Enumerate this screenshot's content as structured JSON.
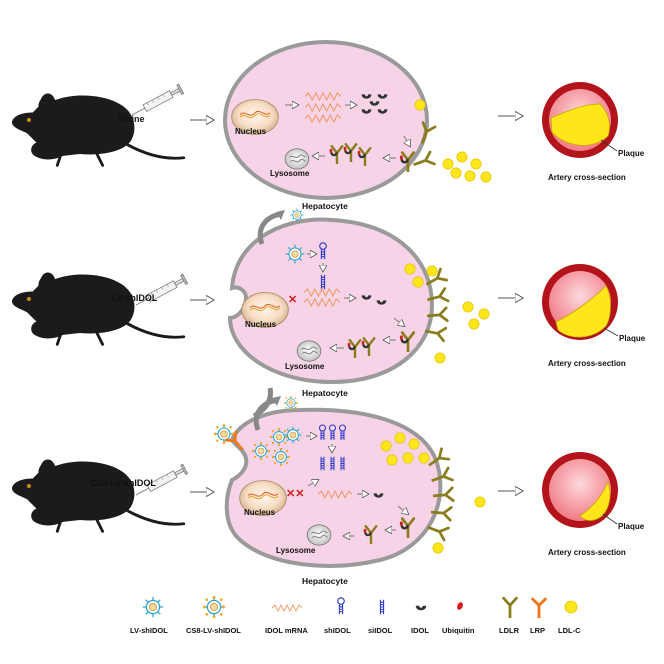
{
  "rows": [
    {
      "treatment": "Saline",
      "hepatocyte_label": "Hepatocyte",
      "nucleus_label": "Nucleus",
      "lysosome_label": "Lysosome",
      "plaque_label": "Plaque",
      "artery_label": "Artery cross-section"
    },
    {
      "treatment": "LV-shIDOL",
      "hepatocyte_label": "Hepatocyte",
      "nucleus_label": "Nucleus",
      "lysosome_label": "Lysosome",
      "plaque_label": "Plaque",
      "artery_label": "Artery cross-section"
    },
    {
      "treatment": "CS8-LV-shIDOL",
      "hepatocyte_label": "Hepatocyte",
      "nucleus_label": "Nucleus",
      "lysosome_label": "Lysosome",
      "plaque_label": "Plaque",
      "artery_label": "Artery cross-section"
    }
  ],
  "legend": [
    {
      "label": "LV-shIDOL",
      "icon": "lv-shidol-icon"
    },
    {
      "label": "CS8-LV-shIDOL",
      "icon": "cs8-lv-shidol-icon"
    },
    {
      "label": "IDOL mRNA",
      "icon": "idol-mrna-icon"
    },
    {
      "label": "shIDOL",
      "icon": "shidol-icon"
    },
    {
      "label": "siIDOL",
      "icon": "siidol-icon"
    },
    {
      "label": "IDOL",
      "icon": "idol-icon"
    },
    {
      "label": "Ubiquitin",
      "icon": "ubiquitin-icon"
    },
    {
      "label": "LDLR",
      "icon": "ldlr-icon"
    },
    {
      "label": "LRP",
      "icon": "lrp-icon"
    },
    {
      "label": "LDL-C",
      "icon": "ldl-c-icon"
    }
  ],
  "colors": {
    "cell_fill": "#f6d3e6",
    "cell_border": "#9a9a9a",
    "mrna": "#f29a6a",
    "idol": "#333333",
    "ubiquitin": "#d21e1e",
    "ldlr": "#8a7d1b",
    "lrp": "#f0761e",
    "ldl": "#ffe61a",
    "shrna": "#2b35c8",
    "artery_outer": "#b3141c",
    "artery_lumen": "#f28b92",
    "plaque": "#ffe61a",
    "mouse": "#1b1b1b"
  }
}
